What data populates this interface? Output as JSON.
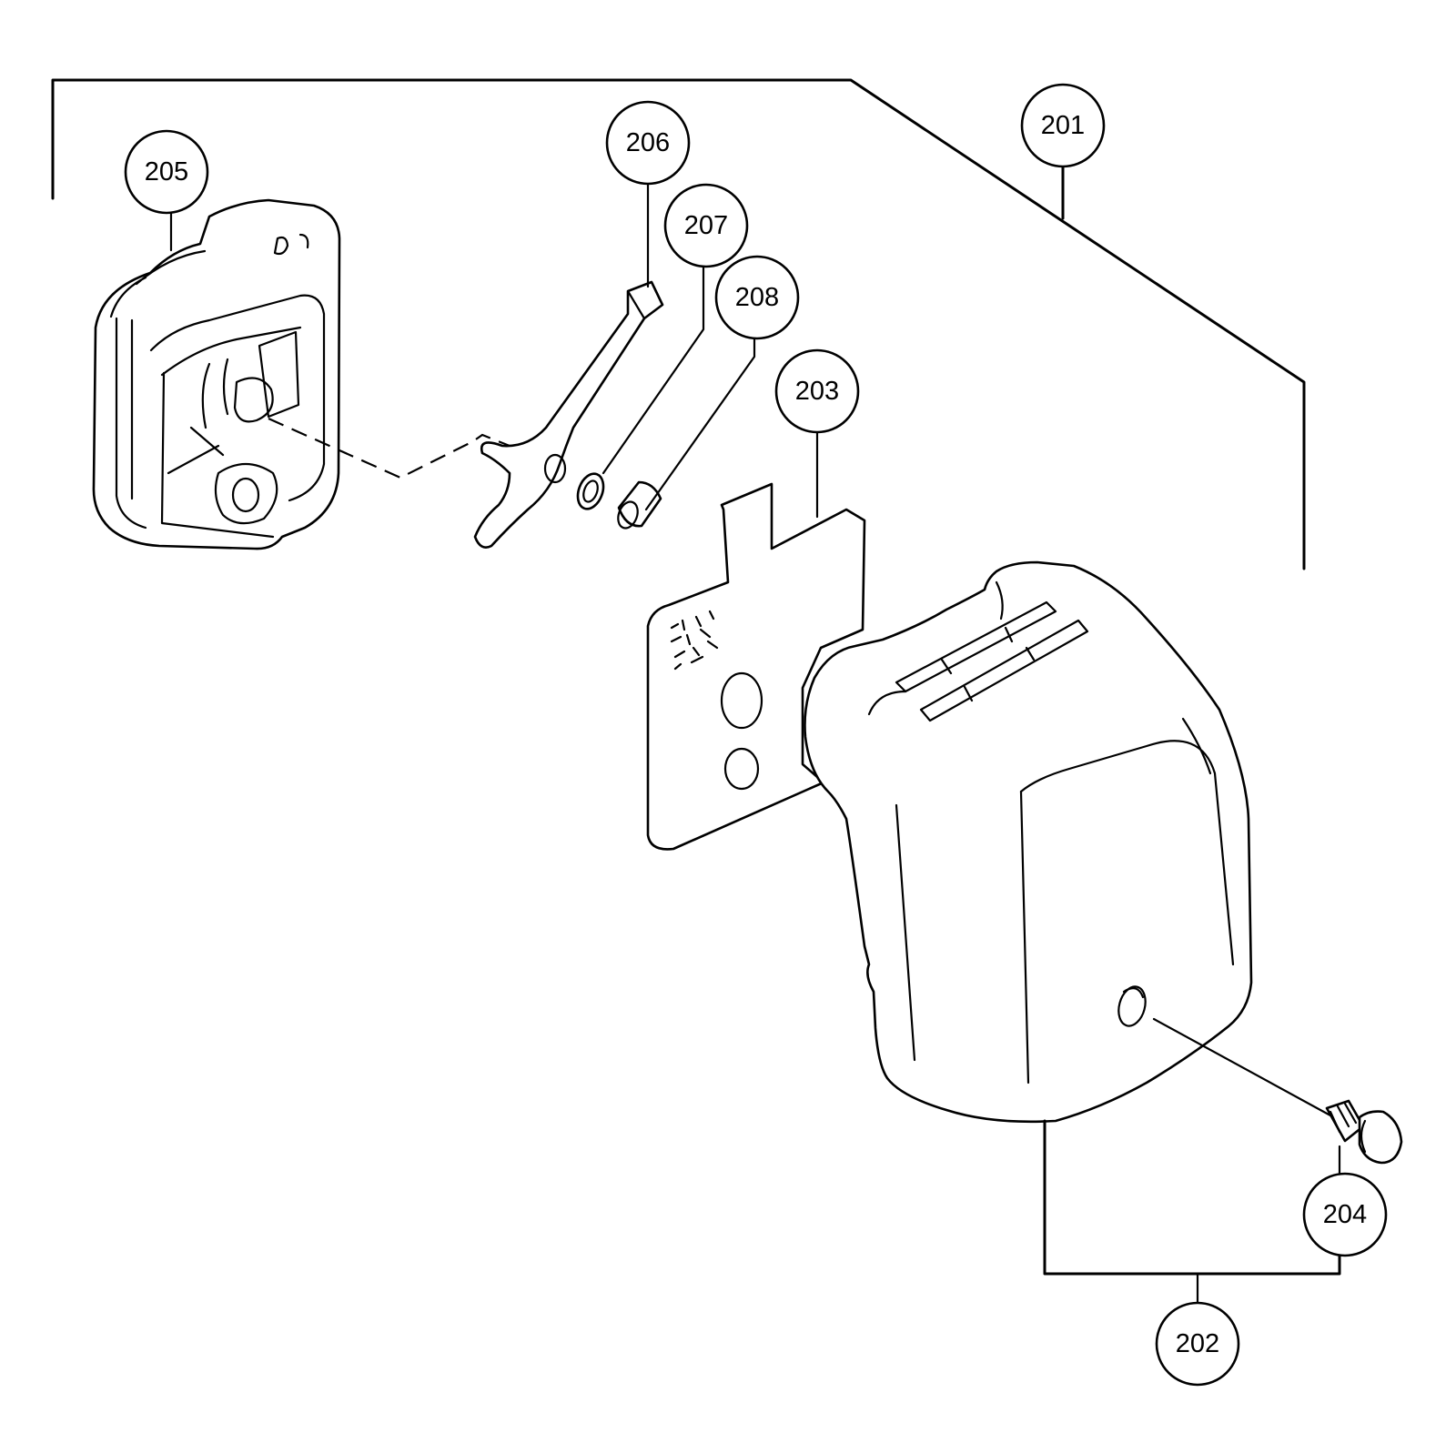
{
  "colors": {
    "line": "#000000",
    "background": "#ffffff"
  },
  "callouts": {
    "ref_201": "201",
    "ref_202": "202",
    "ref_203": "203",
    "ref_204": "204",
    "ref_205": "205",
    "ref_206": "206",
    "ref_207": "207",
    "ref_208": "208"
  }
}
